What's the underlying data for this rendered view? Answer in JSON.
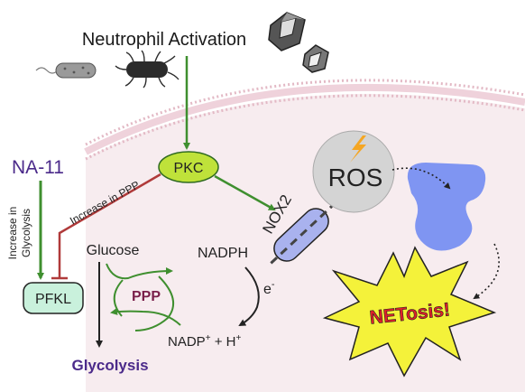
{
  "title": "Neutrophil Activation",
  "nodes": {
    "na11": "NA-11",
    "pkc": "PKC",
    "nox2": "NOX2",
    "ros": "ROS",
    "pfkl": "PFKL",
    "glucose": "Glucose",
    "ppp": "PPP",
    "nadph": "NADPH",
    "nadp_main": "NADP",
    "nadp_sup": "+",
    "h_main": " + H",
    "h_sup": "+",
    "glycolysis": "Glycolysis",
    "netosis": "NETosis!"
  },
  "edge_labels": {
    "increase_in_ppp": "Increase in PPP",
    "increase_in_glycolysis_1": "Increase in",
    "increase_in_glycolysis_2": "Glycolysis",
    "electron_main": "e",
    "electron_sup": "-"
  },
  "colors": {
    "green": "#3f8f2f",
    "red": "#b03a3a",
    "na11_purple": "#4b2a8a",
    "ppp_maroon": "#7a1f4a",
    "pkc_fill": "#bfe23a",
    "pfkl_fill": "#c9f1dc",
    "nox2_fill": "#a9b2ee",
    "ros_fill": "#d4d4d4",
    "protein_fill": "#7f95f2",
    "netosis_fill": "#f4f23a",
    "netosis_text": "#e0202a",
    "membrane_bg": "#f7ecef",
    "membrane_line": "#e3b9c5"
  },
  "icons": [
    "bacterium-icon",
    "bacterium-icon",
    "crystal-icon",
    "crystal-icon",
    "lightning-icon"
  ]
}
